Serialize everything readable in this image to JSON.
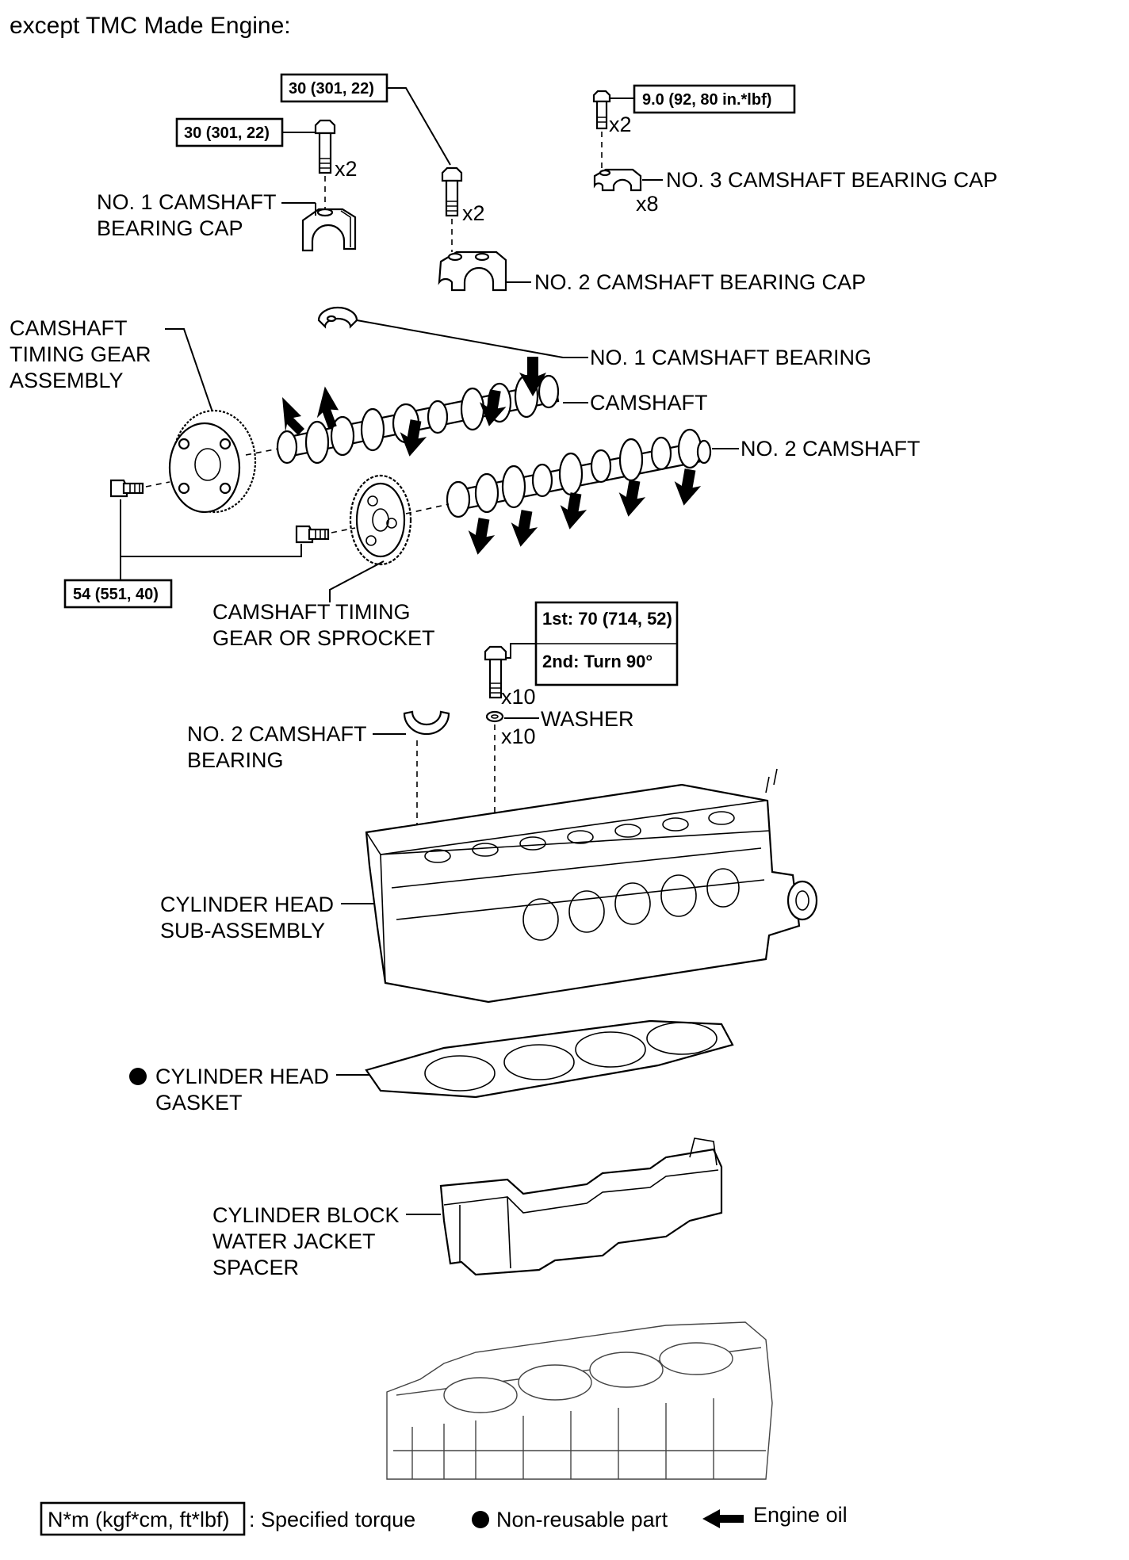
{
  "heading": "except TMC Made Engine:",
  "torque_specs": {
    "no1_cap_bolt": "30 (301, 22)",
    "no2_cap_bolt": "30 (301, 22)",
    "no3_cap_bolt": "9.0 (92, 80 in.*lbf)",
    "gear_bolts": "54 (551, 40)",
    "head_bolt_1st": "1st: 70 (714, 52)",
    "head_bolt_2nd": "2nd: Turn 90°"
  },
  "quantities": {
    "no1_cap_bolt": "x2",
    "no2_cap_bolt": "x2",
    "no3_cap_bolt": "x2",
    "no3_cap": "x8",
    "head_bolt": "x10",
    "washer": "x10"
  },
  "labels": {
    "no1_cap_line1": "NO. 1 CAMSHAFT",
    "no1_cap_line2": "BEARING CAP",
    "no2_cap": "NO. 2 CAMSHAFT BEARING CAP",
    "no3_cap": "NO. 3 CAMSHAFT BEARING CAP",
    "no1_bearing": "NO. 1 CAMSHAFT BEARING",
    "timing_gear_line1": "CAMSHAFT",
    "timing_gear_line2": "TIMING GEAR",
    "timing_gear_line3": "ASSEMBLY",
    "camshaft": "CAMSHAFT",
    "no2_camshaft": "NO. 2 CAMSHAFT",
    "sprocket_line1": "CAMSHAFT TIMING",
    "sprocket_line2": "GEAR OR SPROCKET",
    "washer": "WASHER",
    "no2_bearing_line1": "NO. 2 CAMSHAFT",
    "no2_bearing_line2": "BEARING",
    "head_line1": "CYLINDER HEAD",
    "head_line2": "SUB-ASSEMBLY",
    "gasket_line1": "CYLINDER HEAD",
    "gasket_line2": "GASKET",
    "spacer_line1": "CYLINDER BLOCK",
    "spacer_line2": "WATER JACKET",
    "spacer_line3": "SPACER"
  },
  "legend": {
    "torque_box": "N*m (kgf*cm, ft*lbf)",
    "torque_desc": ": Specified torque",
    "non_reusable": "Non-reusable part",
    "engine_oil": "Engine oil"
  }
}
